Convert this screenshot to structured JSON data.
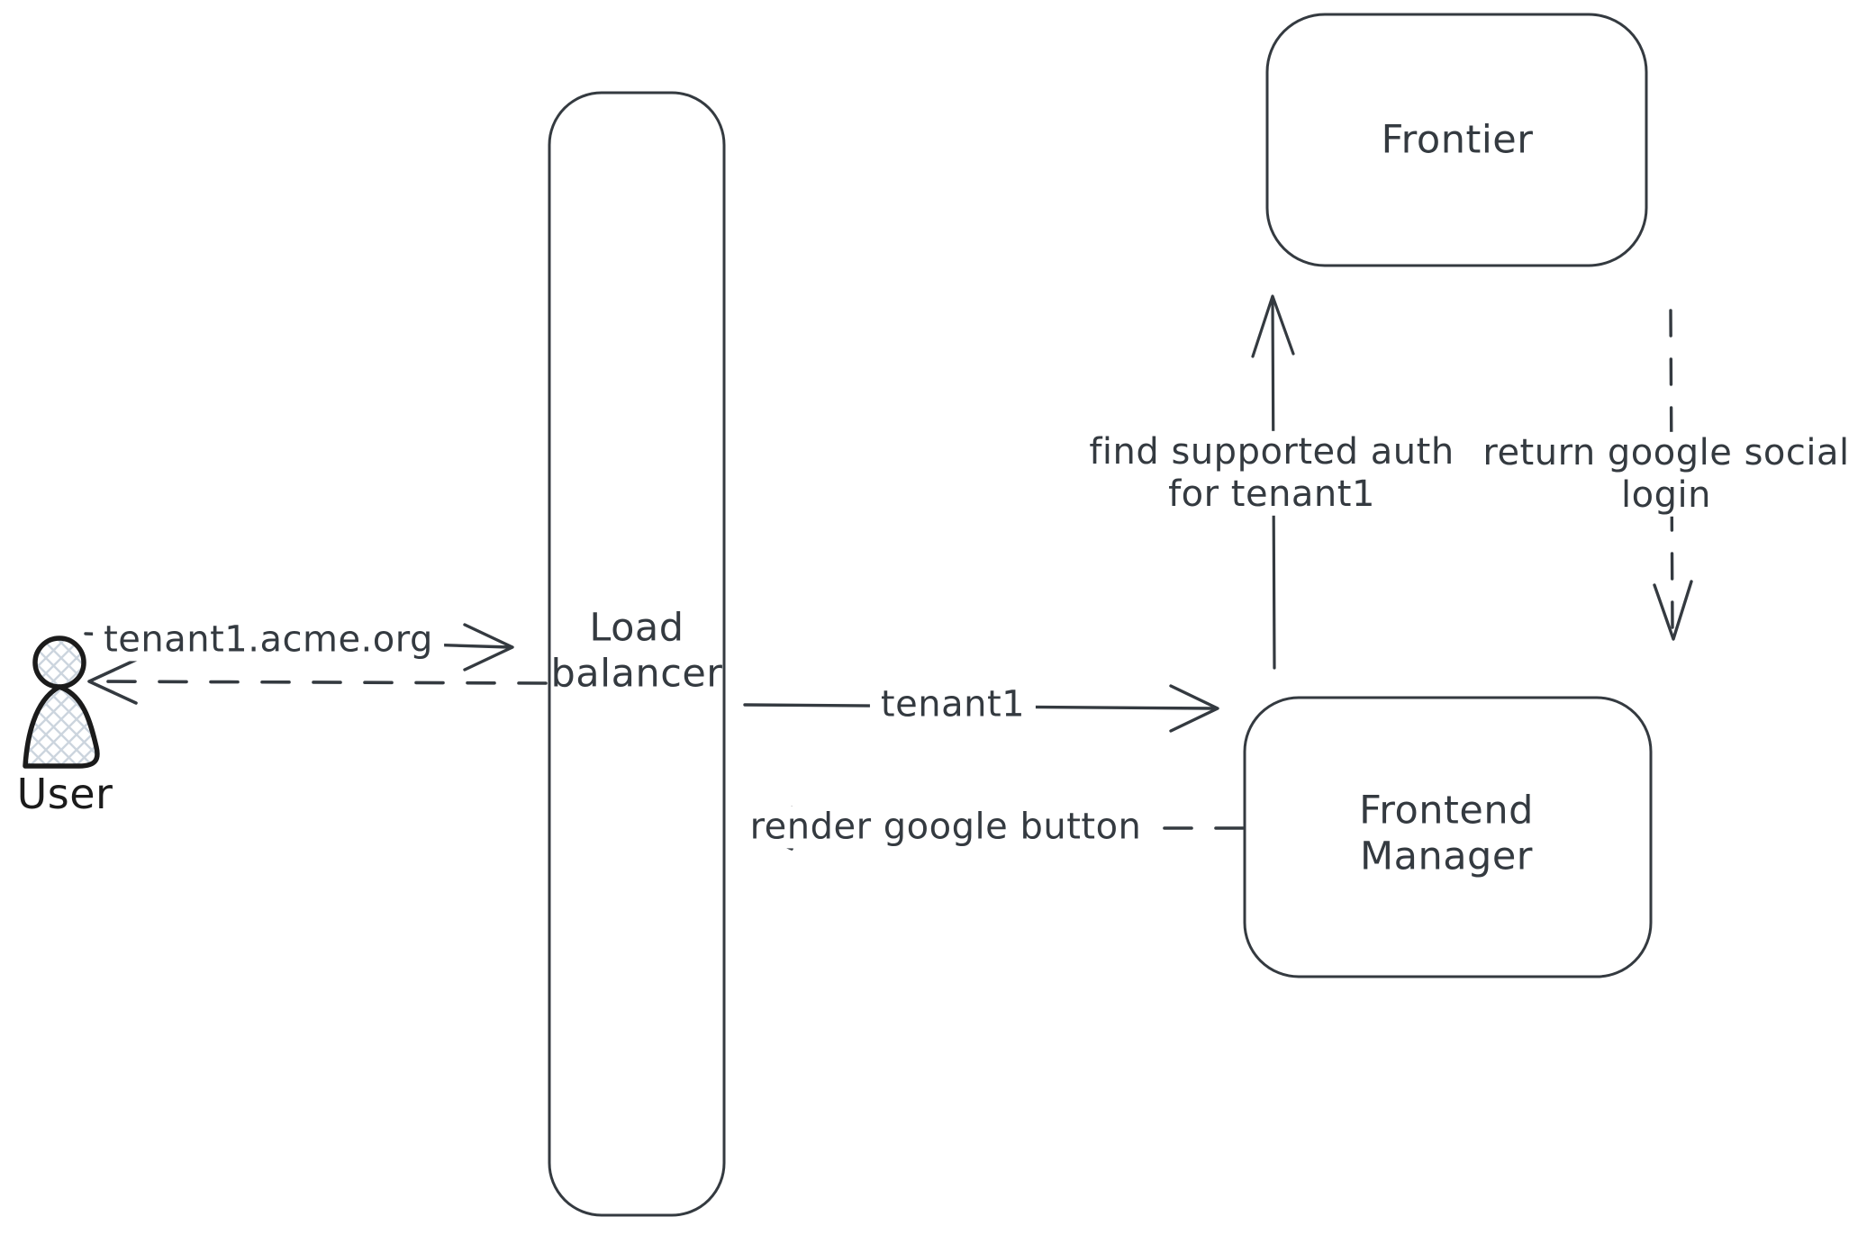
{
  "canvas": {
    "background": "#ffffff"
  },
  "colors": {
    "stroke": "#343a40",
    "user_stroke": "#1b1b1b",
    "user_hatch": "#ccd5de",
    "box_fill": "#ffffff"
  },
  "nodes": {
    "user": {
      "label": "User"
    },
    "load_balancer": {
      "line1": "Load",
      "line2": "balancer"
    },
    "frontier": {
      "label": "Frontier"
    },
    "frontend_manager": {
      "line1": "Frontend",
      "line2": "Manager"
    }
  },
  "edges": {
    "user_to_lb": {
      "label": "tenant1.acme.org",
      "style": "solid",
      "direction": "right"
    },
    "lb_to_user": {
      "style": "dashed",
      "direction": "left"
    },
    "lb_to_fm": {
      "label": "tenant1",
      "style": "solid",
      "direction": "right"
    },
    "fm_to_lb": {
      "label": "render google button",
      "style": "dashed",
      "direction": "left"
    },
    "fm_to_frontier": {
      "line1": "find supported auth",
      "line2": "for tenant1",
      "style": "solid",
      "direction": "up"
    },
    "frontier_to_fm": {
      "line1": "return google social",
      "line2": "login",
      "style": "dashed",
      "direction": "down"
    }
  }
}
